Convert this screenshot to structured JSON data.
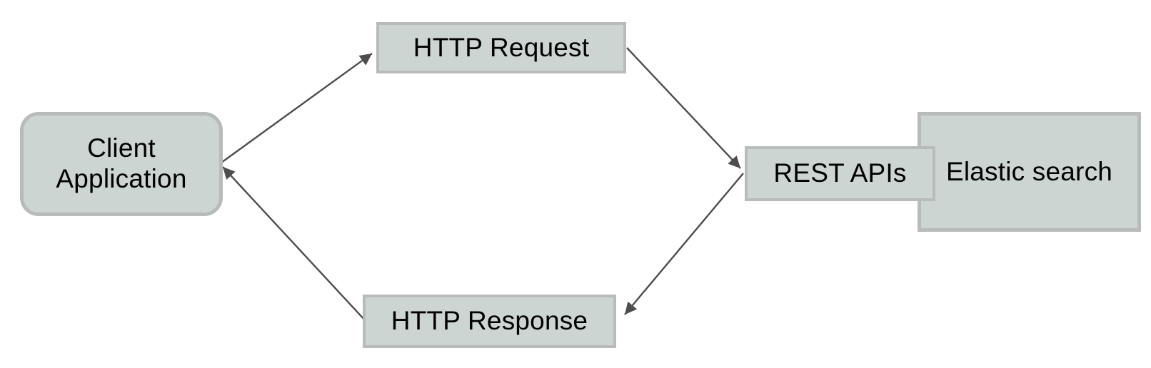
{
  "diagram": {
    "type": "flowchart",
    "background_color": "#ffffff",
    "nodes": [
      {
        "id": "client",
        "label": "Client Application",
        "shape": "rounded-rectangle"
      },
      {
        "id": "http-request",
        "label": "HTTP Request",
        "shape": "rectangle"
      },
      {
        "id": "http-response",
        "label": "HTTP Response",
        "shape": "rectangle"
      },
      {
        "id": "rest-apis",
        "label": "REST APIs",
        "shape": "rectangle"
      },
      {
        "id": "elastic",
        "label": "Elastic search",
        "shape": "rectangle"
      }
    ],
    "edges": [
      {
        "from": "client",
        "to": "http-request",
        "directed": true
      },
      {
        "from": "http-request",
        "to": "rest-apis",
        "directed": true
      },
      {
        "from": "rest-apis",
        "to": "http-response",
        "directed": true
      },
      {
        "from": "http-response",
        "to": "client",
        "directed": true
      }
    ],
    "colors": {
      "node_fill": "#cdd5d3",
      "node_border": "#b9bbb9",
      "arrow": "#4d4d4d",
      "text": "#000000",
      "background": "#ffffff"
    }
  }
}
